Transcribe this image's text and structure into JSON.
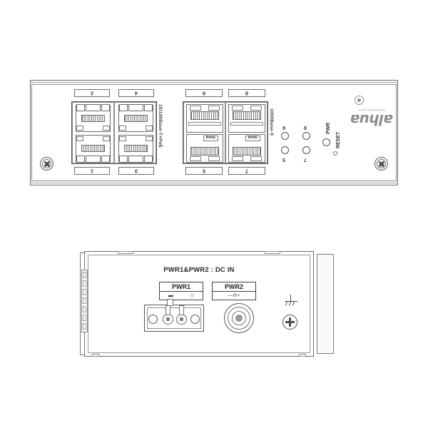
{
  "document": {
    "title": "Dahua Industrial PoE Switch - Panel Line Drawing",
    "views": [
      "front-panel",
      "power-panel"
    ]
  },
  "front_panel": {
    "brand": {
      "wordmark": "alhua",
      "tagline": "TECHNOLOGY",
      "logo_icon": "dahua-eye-icon"
    },
    "rj45_group": {
      "spec_label": "10/100Base-T+PoE",
      "port_numbers_top": [
        "2",
        "4"
      ],
      "port_numbers_bottom": [
        "1",
        "3"
      ],
      "port_count": 4
    },
    "sfp_group": {
      "spec_label": "1000Base-X",
      "port_numbers_top": [
        "6",
        "8"
      ],
      "port_numbers_bottom": [
        "5",
        "7"
      ],
      "cage_label": "BASE",
      "port_count": 4
    },
    "indicators": {
      "columns": [
        {
          "top_label": "6",
          "bottom_label": "5"
        },
        {
          "top_label": "8",
          "bottom_label": "7"
        }
      ],
      "power_label": "PWR",
      "reset_label": "RESET"
    },
    "hardware": {
      "screw_icon": "phillips-screw-icon",
      "screw_count": 2
    }
  },
  "power_panel": {
    "title": "PWR1&PWR2 : DC IN",
    "connectors": [
      {
        "name": "PWR1",
        "symbol_left": "dc-minus-symbol",
        "symbol_right": "dc-plus-symbol",
        "type": "terminal-block"
      },
      {
        "name": "PWR2",
        "symbol_left": "dc-center-negative-symbol",
        "symbol_right": "",
        "type": "barrel-jack"
      }
    ],
    "ground": {
      "symbol": "earth-ground-icon",
      "screw_icon": "phillips-screw-icon"
    }
  },
  "colors": {
    "line": "#55555c",
    "line_light": "#8a8a90",
    "text": "#33333a",
    "brand_gray": "#8e8e95",
    "background": "#ffffff"
  }
}
